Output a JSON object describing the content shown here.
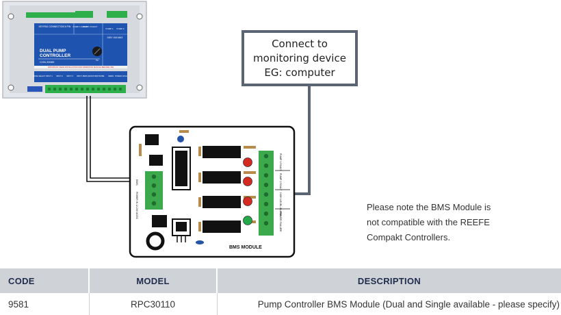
{
  "controller_panel": {
    "header_left": "KEYPAD CONNECTION 6 PIN",
    "header_mid": [
      "PUMP 1 FAULT",
      "PUMP 2 FAULT"
    ],
    "header_right": [
      "PUMP 1",
      "PUMP 2"
    ],
    "voltage": "240V 10A MAX",
    "title_line1": "DUAL PUMP",
    "title_line2": "CONTROLLER",
    "model_code": "CON-30089",
    "fuse": "5A",
    "warning": "IMPORTANT: READ INSTALLATION AND OPERATION MANUAL BEFORE USE",
    "bottom_labels": [
      "MODE SELECT",
      "INPUT 1",
      "INPUT 2",
      "INPUT 3",
      "INPUT 4",
      "BMS (MONITOR)",
      "STROBE",
      "SIREN",
      "POWER 12Vdc"
    ]
  },
  "bms_board": {
    "left_labels": [
      "BMS",
      "POWER IN 12-24V AC/DC"
    ],
    "right_labels": [
      "PUMP 1 FAULT",
      "PUMP 2 FAULT",
      "HIGH LEVEL ALARM",
      "POWER FAILURE"
    ],
    "board_label": "BMS MODULE",
    "led_colors": [
      "#d42a1f",
      "#d42a1f",
      "#d42a1f",
      "#23a84a"
    ]
  },
  "callout": {
    "lines": [
      "Connect to",
      "monitoring device",
      "EG: computer"
    ]
  },
  "note": {
    "lines": [
      "Please note the BMS Module is",
      "not compatible with the REEFE",
      "Compakt Controllers."
    ]
  },
  "table": {
    "headers": {
      "code": "CODE",
      "model": "MODEL",
      "description": "DESCRIPTION"
    },
    "rows": [
      {
        "code": "9581",
        "model": "RPC30110",
        "description": "Pump Controller BMS Module (Dual and Single available - please specify)"
      }
    ]
  }
}
